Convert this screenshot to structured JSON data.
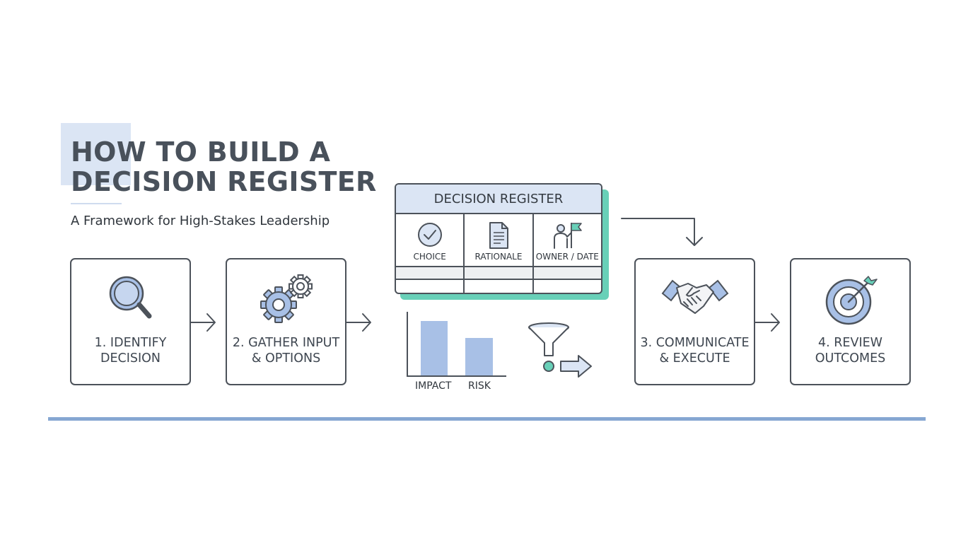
{
  "header": {
    "title_line1": "HOW TO BUILD A",
    "title_line2": "DECISION REGISTER",
    "subtitle": "A Framework for High-Stakes Leadership"
  },
  "steps": [
    {
      "line1": "1. IDENTIFY",
      "line2": "DECISION",
      "icon": "magnifier-icon"
    },
    {
      "line1": "2. GATHER INPUT",
      "line2": "& OPTIONS",
      "icon": "gears-icon"
    },
    {
      "line1": "3. COMMUNICATE",
      "line2": "& EXECUTE",
      "icon": "handshake-icon"
    },
    {
      "line1": "4. REVIEW",
      "line2": "OUTCOMES",
      "icon": "target-icon"
    }
  ],
  "register": {
    "title": "DECISION REGISTER",
    "columns": [
      {
        "label": "CHOICE",
        "icon": "checkmark-circle-icon"
      },
      {
        "label": "RATIONALE",
        "icon": "document-icon"
      },
      {
        "label": "OWNER / DATE",
        "icon": "person-flag-icon"
      }
    ]
  },
  "mini_chart": {
    "labels": [
      "IMPACT",
      "RISK"
    ]
  },
  "colors": {
    "accent_blue": "#a8c0e6",
    "accent_teal": "#68d0b8",
    "outline": "#4c525a",
    "baseline": "#86a7d2"
  }
}
